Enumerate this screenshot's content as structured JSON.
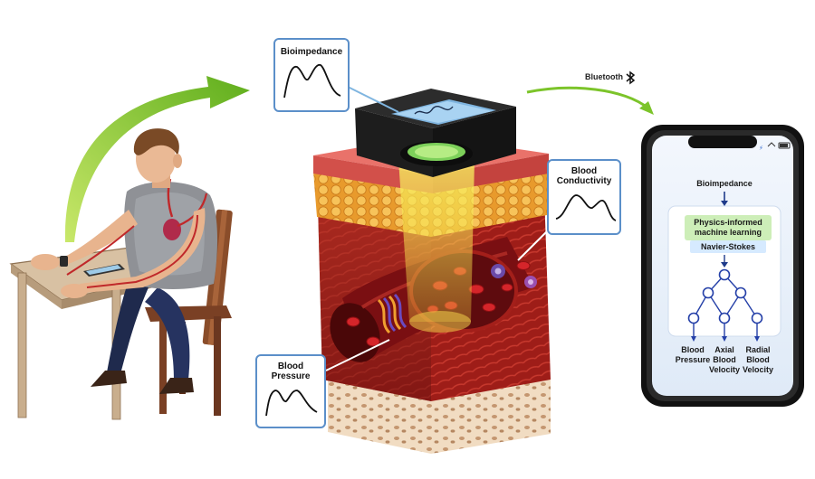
{
  "cards": {
    "bioimpedance": {
      "title": "Bioimpedance"
    },
    "conductivity": {
      "title_line1": "Blood",
      "title_line2": "Conductivity"
    },
    "pressure": {
      "title_line1": "Blood",
      "title_line2": "Pressure"
    }
  },
  "bluetooth": {
    "label": "Bluetooth",
    "icon": "bluetooth-icon"
  },
  "phone": {
    "input": "Bioimpedance",
    "model_line1": "Physics-informed",
    "model_line2": "machine learning",
    "physics": "Navier-Stokes",
    "outputs": [
      {
        "line1": "Blood",
        "line2": "Pressure",
        "line3": ""
      },
      {
        "line1": "Axial",
        "line2": "Blood",
        "line3": "Velocity"
      },
      {
        "line1": "Radial",
        "line2": "Blood",
        "line3": "Velocity"
      }
    ]
  },
  "colors": {
    "accent_green": "#7cc42a",
    "card_border": "#5b8fc9",
    "tissue_red": "#a31f1a",
    "fat_yellow": "#f2b13a",
    "pinn_green": "#cdeeb8",
    "ns_blue": "#d6eaff"
  }
}
